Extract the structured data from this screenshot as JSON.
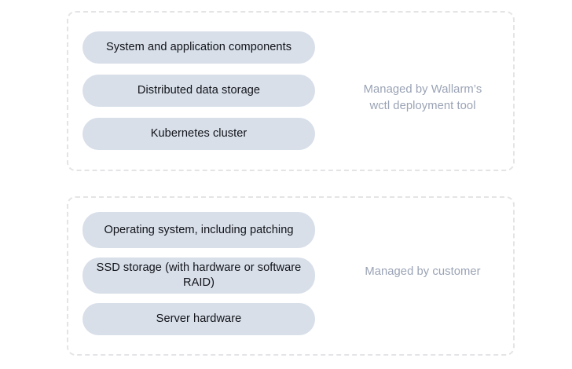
{
  "diagram": {
    "type": "responsibility-split",
    "background_color": "#ffffff",
    "pill_color": "#d8dfe9",
    "pill_text_color": "#111318",
    "caption_text_color": "#9aa3b5",
    "border_color": "#e4e4e6",
    "groups": [
      {
        "id": "wallarm-managed",
        "caption": "Managed by Wallarm’s\nwctl deployment tool",
        "caption_line1": "Managed by Wallarm’s",
        "caption_line2": "wctl deployment tool",
        "items": [
          {
            "label": "System and application components",
            "lines": 1
          },
          {
            "label": "Distributed data storage",
            "lines": 1
          },
          {
            "label": "Kubernetes cluster",
            "lines": 1
          }
        ]
      },
      {
        "id": "customer-managed",
        "caption": "Managed by customer",
        "caption_line1": "Managed by customer",
        "caption_line2": "",
        "items": [
          {
            "label": "Operating system, including patching",
            "lines": 2
          },
          {
            "label": "SSD storage (with hardware or software RAID)",
            "lines": 2
          },
          {
            "label": "Server hardware",
            "lines": 1
          }
        ]
      }
    ]
  }
}
